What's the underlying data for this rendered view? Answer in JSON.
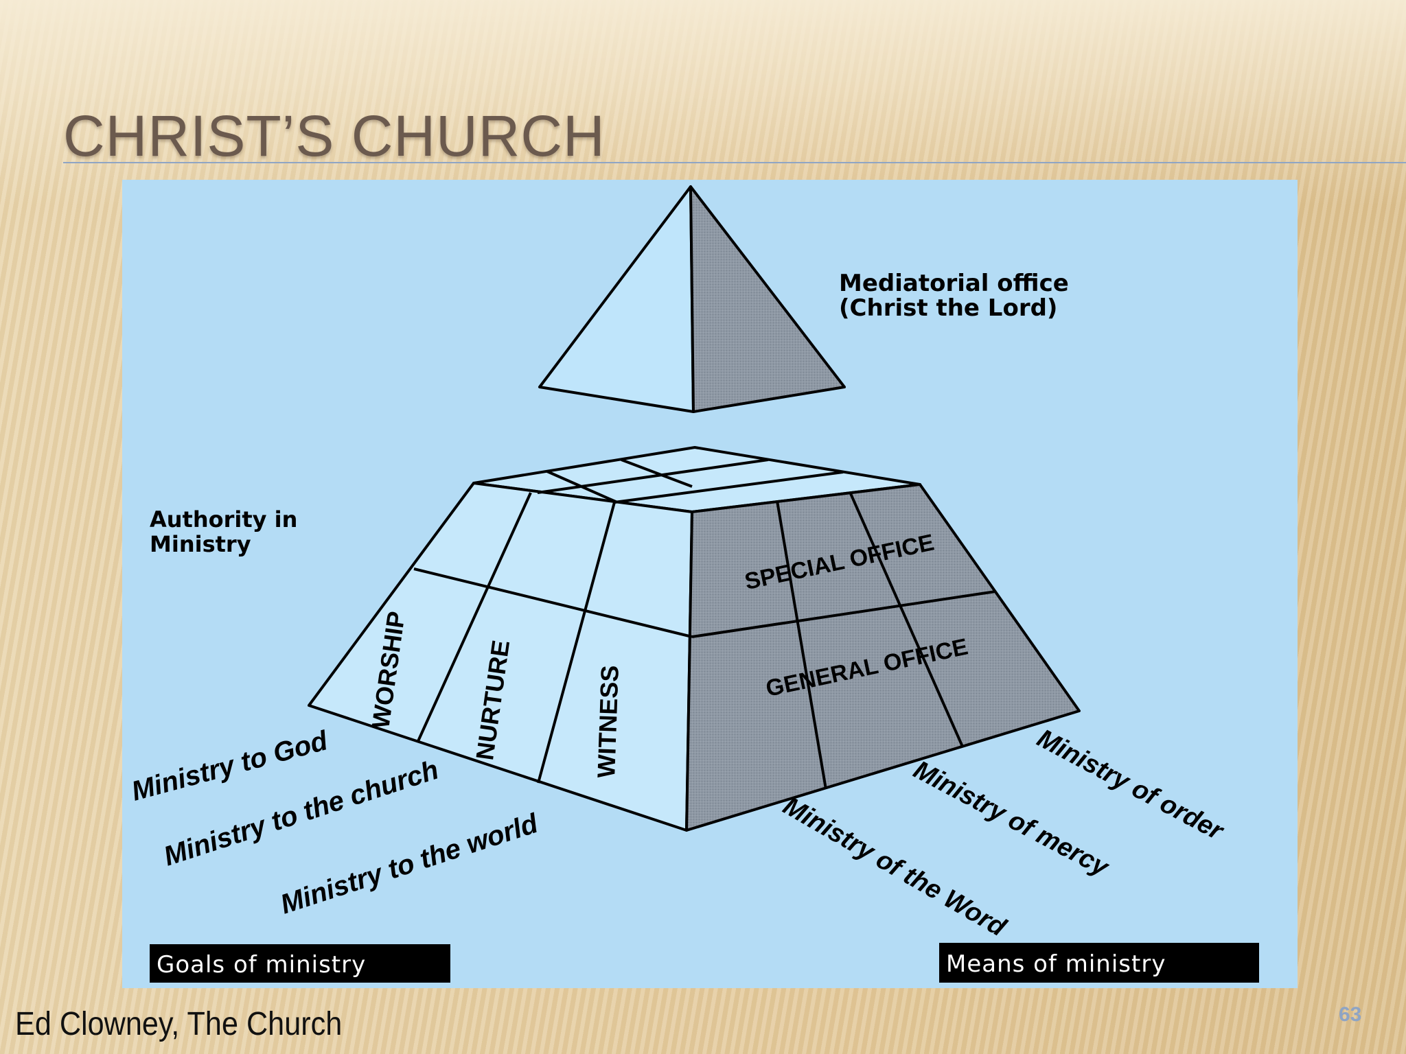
{
  "slide": {
    "title": "CHRIST’S CHURCH",
    "credit": "Ed Clowney, The Church",
    "page_number": "63"
  },
  "diagram": {
    "apex_label_line1": "Mediatorial office",
    "apex_label_line2": "(Christ the Lord)",
    "authority_label_line1": "Authority in",
    "authority_label_line2": "Ministry",
    "left_columns": [
      "WORSHIP",
      "NURTURE",
      "WITNESS"
    ],
    "right_bands": [
      "SPECIAL OFFICE",
      "GENERAL OFFICE"
    ],
    "goals": [
      "Ministry to God",
      "Ministry to the church",
      "Ministry to the world"
    ],
    "means": [
      "Ministry of order",
      "Ministry of mercy",
      "Ministry of the Word"
    ],
    "goals_box": "Goals of ministry",
    "means_box": "Means of ministry"
  },
  "colors": {
    "panel_bg": "#b4dcf5",
    "shaded_face": "#8e98a4",
    "title_text": "#6b5a4e"
  }
}
